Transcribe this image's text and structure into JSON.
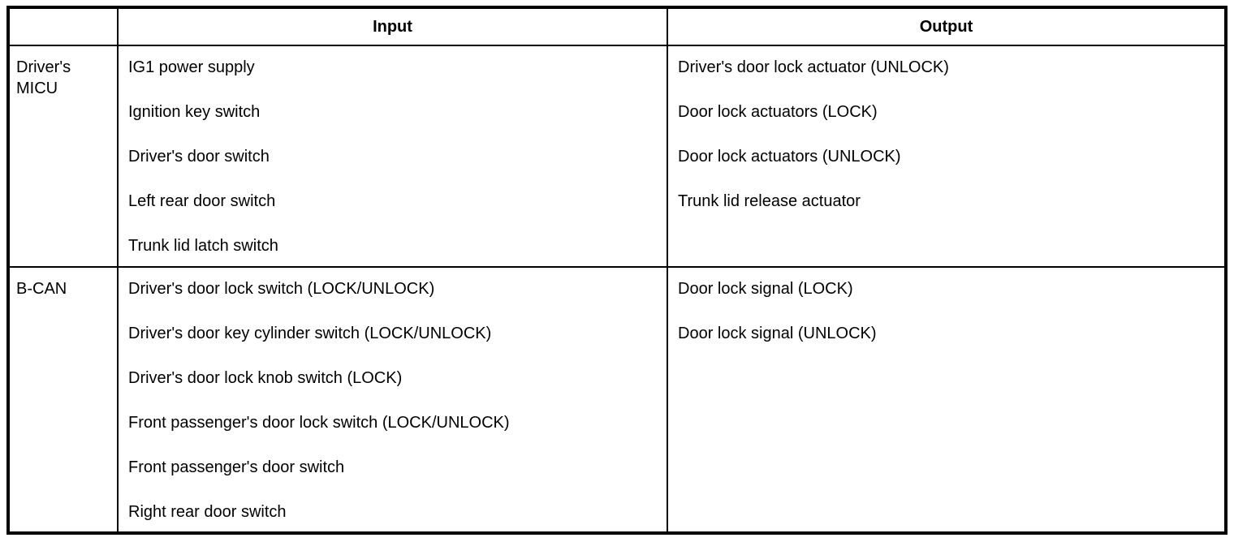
{
  "table": {
    "columns": {
      "source": "",
      "input": "Input",
      "output": "Output"
    },
    "rows": [
      {
        "source": "Driver's MICU",
        "inputs": [
          "IG1 power supply",
          "Ignition key switch",
          "Driver's door switch",
          "Left rear door switch",
          "Trunk lid latch switch"
        ],
        "outputs": [
          "Driver's door lock actuator (UNLOCK)",
          "Door lock actuators (LOCK)",
          "Door lock actuators (UNLOCK)",
          "Trunk lid release actuator"
        ]
      },
      {
        "source": "B-CAN",
        "inputs": [
          "Driver's door lock switch (LOCK/UNLOCK)",
          "Driver's door key cylinder switch (LOCK/UNLOCK)",
          "Driver's door lock knob switch (LOCK)",
          "Front passenger's door lock switch (LOCK/UNLOCK)",
          "Front passenger's door switch",
          "Right rear door switch"
        ],
        "outputs": [
          "Door lock signal (LOCK)",
          "Door lock signal (UNLOCK)"
        ]
      }
    ],
    "colors": {
      "border": "#000000",
      "background": "#ffffff",
      "text": "#000000"
    }
  }
}
